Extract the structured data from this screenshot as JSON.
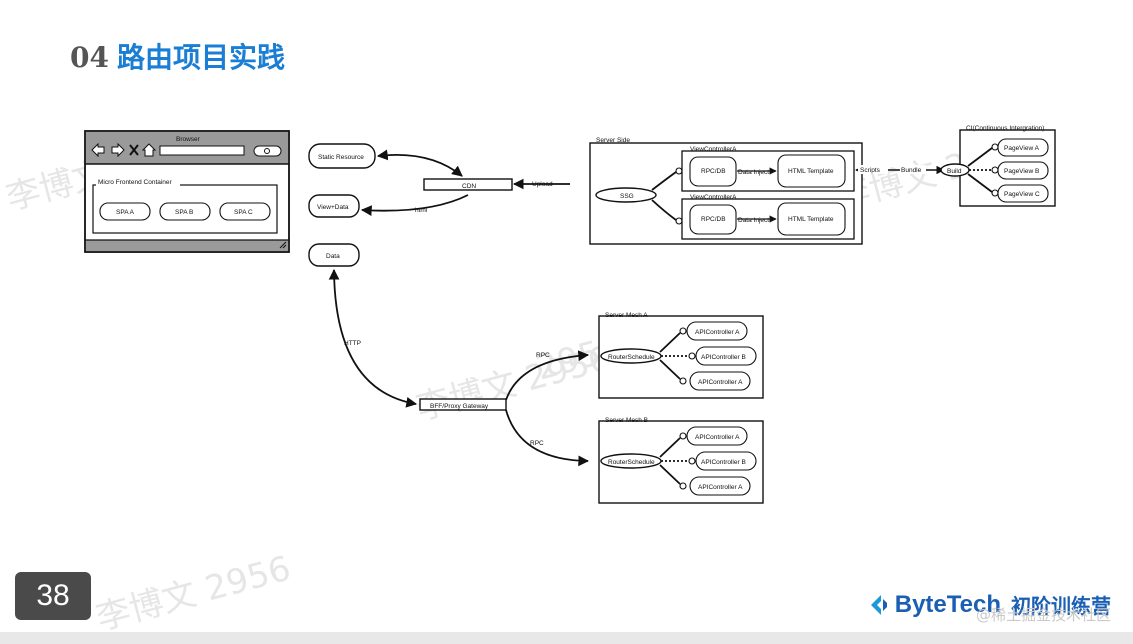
{
  "slide": {
    "number_prefix": "04",
    "title": "路由项目实践",
    "page_number": "38"
  },
  "brand": {
    "name": "ByteTech",
    "course": "初阶训练营",
    "juejin": "@稀土掘金技术社区"
  },
  "watermark": {
    "text_1": "李博文 2956",
    "text_2": "2956"
  },
  "diagram": {
    "browser": {
      "title": "Browser",
      "container_label": "Micro Frontend Container",
      "spa_a": "SPA A",
      "spa_b": "SPA B",
      "spa_c": "SPA C"
    },
    "static_resource": "Static Resource",
    "view_data": "View+Data",
    "data": "Data",
    "cdn": "CDN",
    "html_label": "html",
    "upload_label": "Upload",
    "http_label": "HTTP",
    "bff": "BFF/Proxy Gateway",
    "rpc_1": "RPC",
    "rpc_2": "RPC",
    "server_side": {
      "label": "Server Side",
      "ssg": "SSG",
      "vc_a1": "ViewControllerA",
      "vc_a2": "ViewControllerA",
      "rpc_db_1": "RPC/DB",
      "rpc_db_2": "RPC/DB",
      "data_inject_1": "Data Inject",
      "data_inject_2": "Data Inject",
      "html_template_1": "HTML Template",
      "html_template_2": "HTML Template"
    },
    "scripts_label": "Scripts",
    "bundle_label": "Bundle",
    "ci": {
      "label": "CI(Continuous Intergration)",
      "build": "Build",
      "page_a": "PageView A",
      "page_b": "PageView B",
      "page_c": "PageView C"
    },
    "mesh_a": {
      "label": "Server Mesh A",
      "router": "RouterSchedule",
      "api_1": "APIController A",
      "api_2": "APIController B",
      "api_3": "APIController A"
    },
    "mesh_b": {
      "label": "Server Mesh B",
      "router": "RouterSchedule",
      "api_1": "APIController A",
      "api_2": "APIController B",
      "api_3": "APIController A"
    }
  },
  "colors": {
    "title_blue": "#1a7fd4",
    "page_badge": "#4a4a4a"
  },
  "icons": [
    "back-arrow-icon",
    "forward-arrow-icon",
    "close-icon",
    "home-icon",
    "search-icon",
    "resize-icon",
    "bytetech-logo-icon"
  ]
}
